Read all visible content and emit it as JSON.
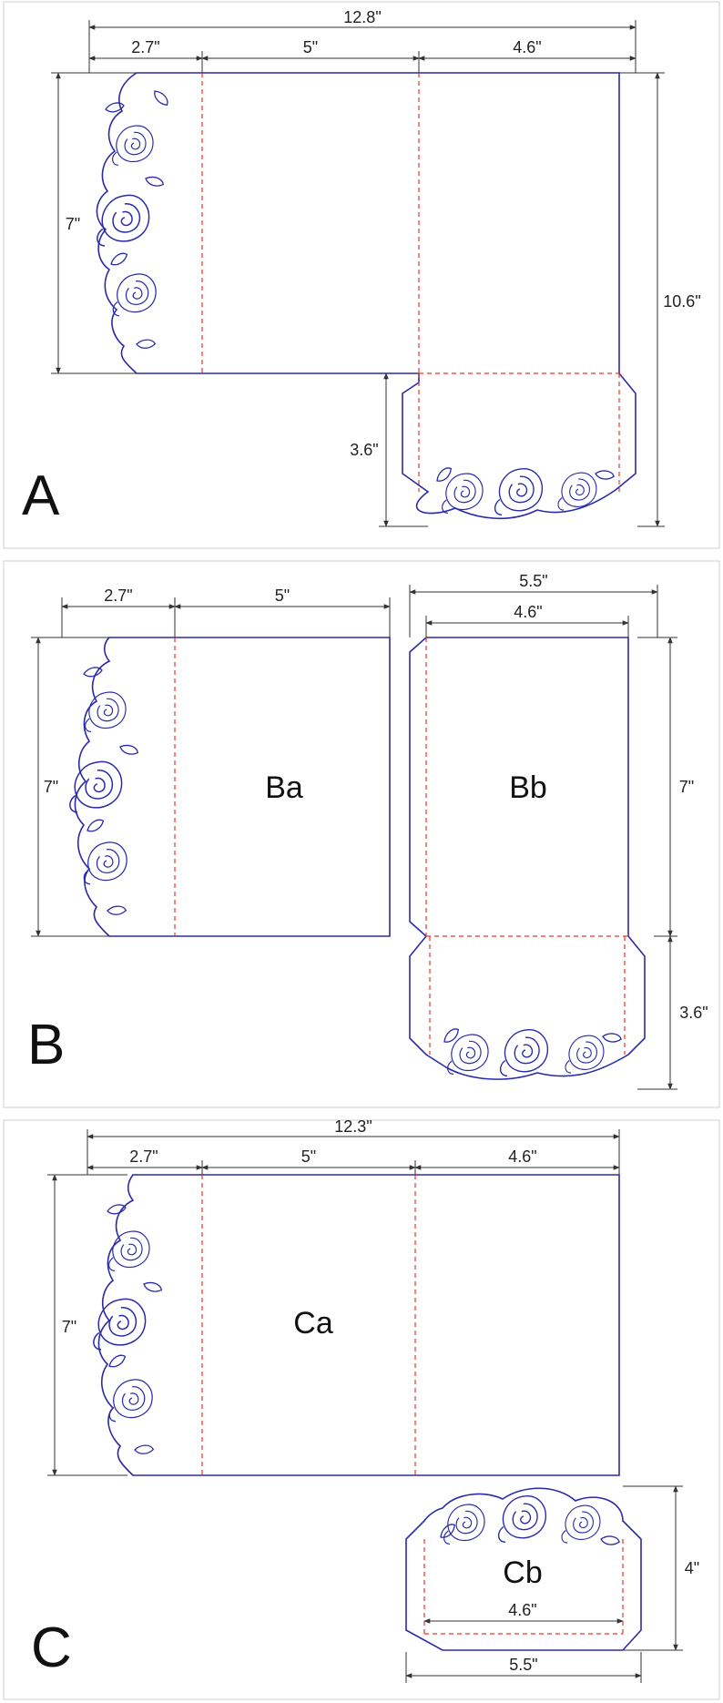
{
  "panels": {
    "A": {
      "letter": "A",
      "dims": {
        "total_width": "12.8\"",
        "left_flap": "2.7\"",
        "middle": "5\"",
        "right": "4.6\"",
        "height": "7\"",
        "total_height": "10.6\"",
        "pocket": "3.6\""
      }
    },
    "B": {
      "letter": "B",
      "label_left": "Ba",
      "label_right": "Bb",
      "dims": {
        "left_flap": "2.7\"",
        "middle": "5\"",
        "outer_width": "5.5\"",
        "inner_width": "4.6\"",
        "height_left": "7\"",
        "height_right": "7\"",
        "pocket": "3.6\""
      }
    },
    "C": {
      "letter": "C",
      "label_main": "Ca",
      "label_pocket": "Cb",
      "dims": {
        "total_width": "12.3\"",
        "left_flap": "2.7\"",
        "middle": "5\"",
        "right": "4.6\"",
        "height": "7\"",
        "pocket_height": "4\"",
        "pocket_inner": "4.6\"",
        "pocket_outer": "5.5\""
      }
    }
  },
  "colors": {
    "cut_line": "#2a2aa8",
    "fold_line": "#e23a2a",
    "dimension": "#333333"
  }
}
